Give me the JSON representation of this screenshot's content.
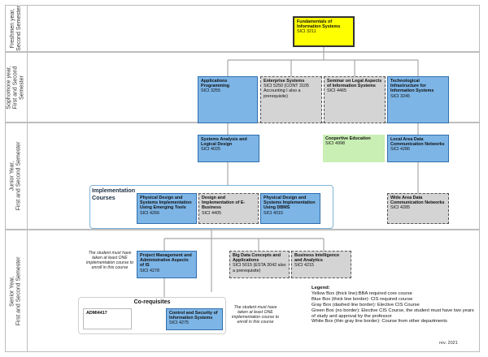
{
  "rows": [
    {
      "label": "Freshmen year,\nSecond Semester"
    },
    {
      "label": "Sophomore year,\nFirst and Second\nSemester"
    },
    {
      "label": "Junior Year,\nFirst and Second Semester"
    },
    {
      "label": "Senior Year,\nFirst and Second Semester"
    }
  ],
  "courses": {
    "fundamentals": {
      "title": "Fundamentals of Information Systems",
      "code": "SICI 3211"
    },
    "app_prog": {
      "title": "Applications Programming",
      "code": "SICI 3255"
    },
    "enterprise": {
      "title": "Enterprise Systems",
      "code": "SICI 5250 (CONT 3105 Accounting I also a prerequisite)"
    },
    "legal": {
      "title": "Seminar on Legal Aspects of Information Systems",
      "code": "SICI 4465"
    },
    "tech_infra": {
      "title": "Technological Infrastructure for Information Systems",
      "code": "SICI 3245"
    },
    "sys_analysis": {
      "title": "Systems Analysis and Logical Design",
      "code": "SICI 4025"
    },
    "coop": {
      "title": "Coopertive Education",
      "code": "SICI 4998"
    },
    "lan": {
      "title": "Local Area Data Communication Networks",
      "code": "SICI 4286"
    },
    "phys_emerging": {
      "title": "Physical Design and Systems Implementation Using Emerging Tools",
      "code": "SICI 4266"
    },
    "ebusiness": {
      "title": "Design and Implementation of E-Business",
      "code": "SICI 4405"
    },
    "phys_dbms": {
      "title": "Physical Design and Systems Implementation Using DBMS",
      "code": "SICI 4015"
    },
    "wan": {
      "title": "Wide Area Data Communication Networks",
      "code": "SICI 4285"
    },
    "project_mgmt": {
      "title": "Project Management and Administrative Aspects of IS",
      "code": "SICI 4278"
    },
    "big_data": {
      "title": "Big Data Concepts and Applications",
      "code": "SICI 5015 (ESTA 3042 also a prerequisite)"
    },
    "bi": {
      "title": "Business Intelligence and Analytics",
      "code": "SICI 4215"
    },
    "control_security": {
      "title": "Control and Security of Information Systems",
      "code": "SICI 4275"
    },
    "adm": {
      "title": "ADMI4417",
      "code": ""
    }
  },
  "groups": {
    "implementation": "Implementation\nCourses",
    "coreq": "Co-requisites"
  },
  "notes": {
    "note1": "The student must have taken at least ONE implementation course to enroll in this course",
    "note2": "The student must have taken at least ONE implementation course to enroll in this course"
  },
  "legend": {
    "title": "Legend:",
    "items": [
      "Yellow Box (thick line):BBA required core course",
      "Blue Box (thick line border): CIS required course",
      "Gray Box (dashed line border): Elective CIS Course",
      "Green Box (no border): Elective CIS Course, the student must have two years of study and approval by the professor",
      "White Box (thin gray line border): Course from other departments"
    ]
  },
  "revision": "rev. 2021",
  "colors": {
    "core": "#ffff00",
    "required": "#7db5e6",
    "elective": "#d4d4d4",
    "coop": "#c9efb4",
    "connector": "#a8a8a8"
  }
}
